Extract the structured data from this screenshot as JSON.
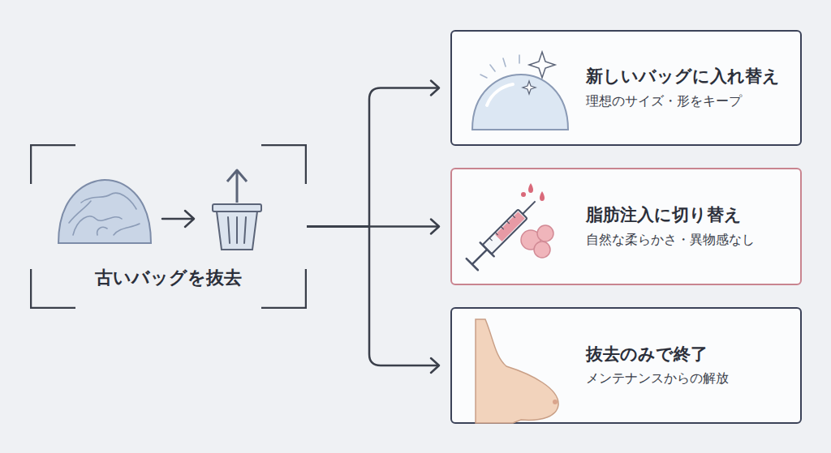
{
  "diagram": {
    "nodes": [
      {
        "text": [
          "古いバッグを抜去"
        ]
      },
      {
        "text": [
          "新しいバッグに入れ替え",
          "理想のサイズ・形をキープ"
        ]
      },
      {
        "text": [
          "脂肪注入に切り替え",
          "自然な柔らかさ・異物感なし"
        ]
      },
      {
        "text": [
          "抜去のみで終了",
          "メンテナンスからの解放"
        ]
      }
    ],
    "edges": [
      {
        "from": 0,
        "to": 1,
        "arrow": "to"
      },
      {
        "from": 0,
        "to": 2,
        "arrow": "to"
      },
      {
        "from": 0,
        "to": 3,
        "arrow": "to"
      }
    ]
  }
}
